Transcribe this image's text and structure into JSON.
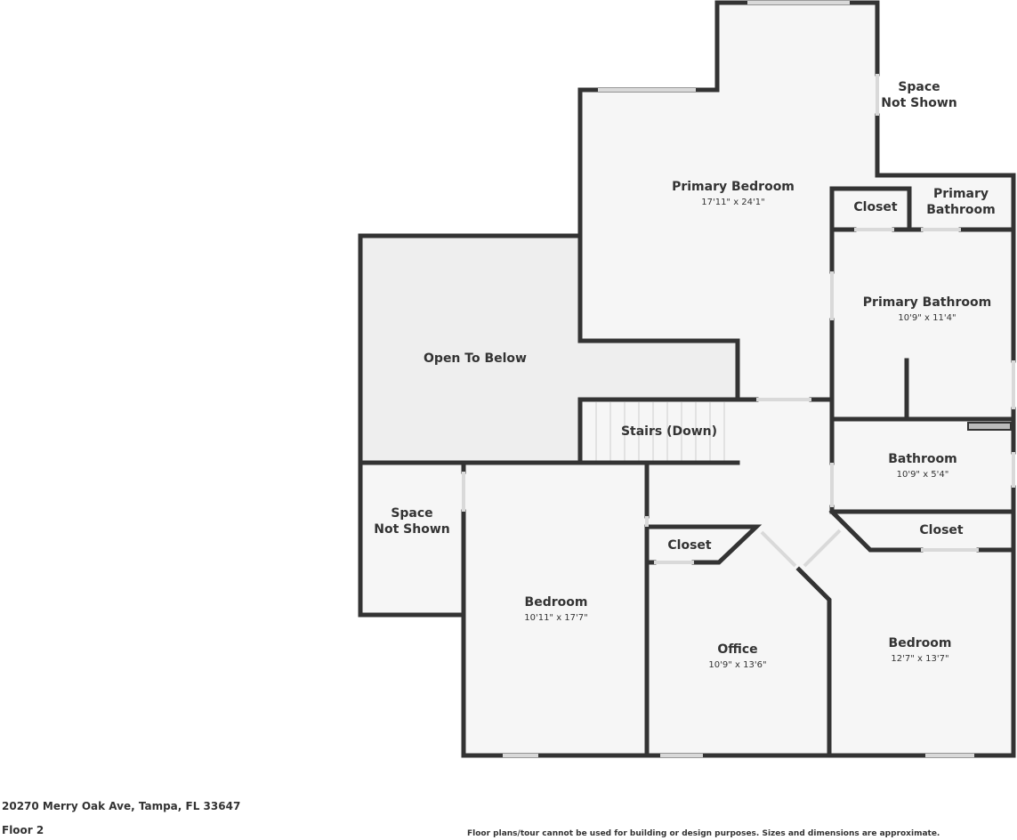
{
  "rooms": {
    "primary_bedroom": {
      "name": "Primary Bedroom",
      "dim": "17'11\" x 24'1\""
    },
    "space_not_shown_top": {
      "line1": "Space",
      "line2": "Not Shown"
    },
    "closet_top": {
      "name": "Closet"
    },
    "primary_bathroom_small": {
      "line1": "Primary",
      "line2": "Bathroom"
    },
    "primary_bathroom": {
      "name": "Primary Bathroom",
      "dim": "10'9\" x 11'4\""
    },
    "open_to_below": {
      "name": "Open To Below"
    },
    "stairs": {
      "name": "Stairs (Down)"
    },
    "bathroom": {
      "name": "Bathroom",
      "dim": "10'9\" x 5'4\""
    },
    "space_not_shown_left": {
      "line1": "Space",
      "line2": "Not Shown"
    },
    "closet_office": {
      "name": "Closet"
    },
    "closet_right": {
      "name": "Closet"
    },
    "bedroom_left": {
      "name": "Bedroom",
      "dim": "10'11\" x 17'7\""
    },
    "office": {
      "name": "Office",
      "dim": "10'9\" x 13'6\""
    },
    "bedroom_right": {
      "name": "Bedroom",
      "dim": "12'7\" x 13'7\""
    }
  },
  "footer": {
    "address": "20270 Merry Oak Ave, Tampa, FL 33647",
    "floor": "Floor 2",
    "disclaimer": "Floor plans/tour cannot be used for building or design purposes. Sizes and dimensions are approximate."
  }
}
